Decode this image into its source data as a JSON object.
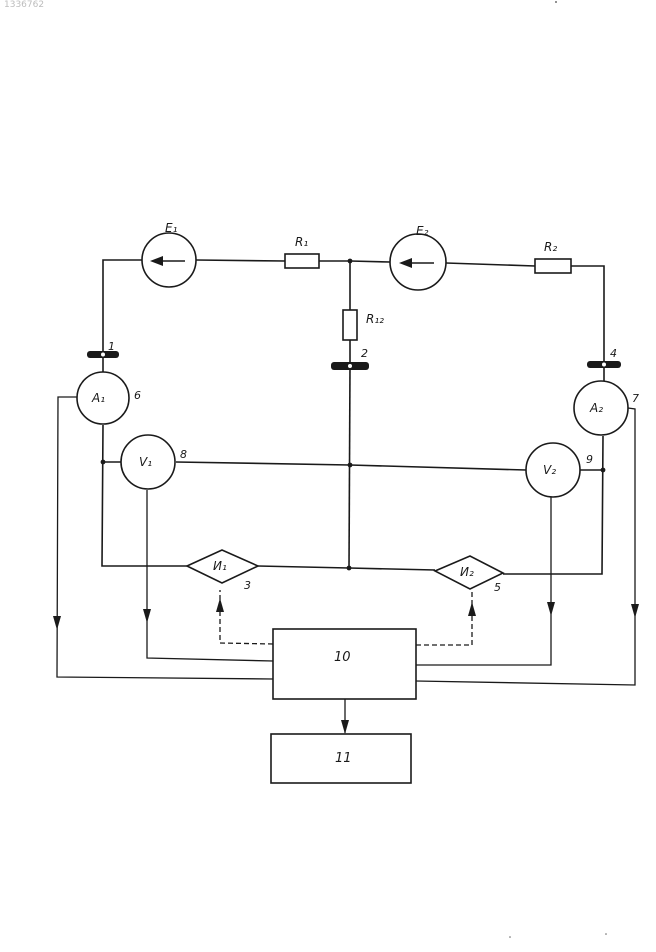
{
  "header": {
    "doc_number": "1336762"
  },
  "components": {
    "E1": "E₁",
    "E2": "E₂",
    "R1": "R₁",
    "R2": "R₂",
    "R12": "R₁₂",
    "A1": "A₁",
    "A2": "A₂",
    "V1": "V₁",
    "V2": "V₂",
    "I1": "И₁",
    "I2": "И₂"
  },
  "numbers": {
    "n1": "1",
    "n2": "2",
    "n3": "3",
    "n4": "4",
    "n5": "5",
    "n6": "6",
    "n7": "7",
    "n8": "8",
    "n9": "9"
  },
  "blocks": {
    "b10": "10",
    "b11": "11"
  }
}
